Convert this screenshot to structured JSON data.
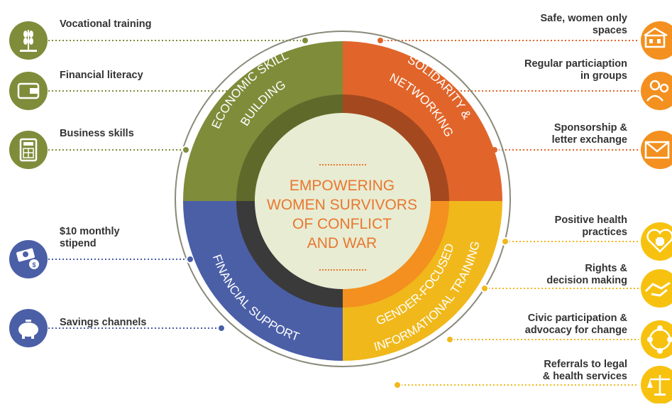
{
  "center": {
    "title": "EMPOWERING\nWOMEN SURVIVORS\nOF CONFLICT\nAND WAR"
  },
  "sectors": {
    "economic": {
      "line1": "ECONOMIC SKILL",
      "line2": "BUILDING",
      "color": "#7f8c3a"
    },
    "solidarity": {
      "line1": "SOLIDARITY &",
      "line2": "NETWORKING",
      "color": "#e1652a"
    },
    "gender": {
      "line1": "GENDER-FOCUSED",
      "line2": "INFORMATIONAL TRAINING",
      "color": "#f0b81b"
    },
    "financial": {
      "line1": "FINANCIAL SUPPORT",
      "color": "#4b5fa7"
    }
  },
  "left_items": [
    {
      "label": "Vocational training",
      "icon": "wheat-icon"
    },
    {
      "label": "Financial literacy",
      "icon": "wallet-icon"
    },
    {
      "label": "Business skills",
      "icon": "calculator-icon"
    },
    {
      "label": "$10 monthly\nstipend",
      "icon": "money-icon"
    },
    {
      "label": "Savings channels",
      "icon": "piggy-bank-icon"
    }
  ],
  "right_items": [
    {
      "label": "Safe, women only\nspaces",
      "icon": "building-icon"
    },
    {
      "label": "Regular particiaption\nin groups",
      "icon": "group-icon"
    },
    {
      "label": "Sponsorship &\nletter exchange",
      "icon": "envelope-icon"
    },
    {
      "label": "Positive health\npractices",
      "icon": "health-heart-icon"
    },
    {
      "label": "Rights &\ndecision making",
      "icon": "handshake-icon"
    },
    {
      "label": "Civic participation &\nadvocacy for change",
      "icon": "people-circle-icon"
    },
    {
      "label": "Referrals to legal\n& health services",
      "icon": "scales-icon"
    }
  ],
  "colors": {
    "green": "#7f8c3a",
    "orange": "#e1652a",
    "orange_light": "#f3901f",
    "yellow": "#f0b81b",
    "blue": "#4b5fa7",
    "center_fill": "#e8ecd3",
    "center_text": "#e8772e"
  }
}
